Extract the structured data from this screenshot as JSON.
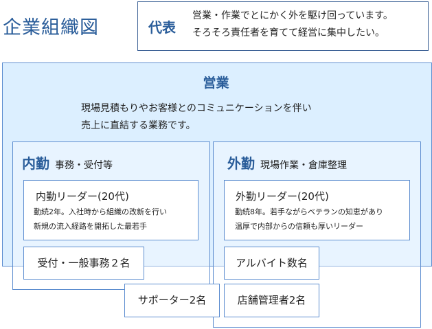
{
  "title": "企業組織図",
  "representative": {
    "label": "代表",
    "lines": [
      "営業・作業でとにかく外を駆け回っています。",
      "そろそろ責任者を育てて経営に集中したい。"
    ]
  },
  "sales": {
    "label": "営業",
    "lines": [
      "現場見積もりやお客様とのコミュニケーションを伴い",
      "売上に直結する業務です。"
    ]
  },
  "inner": {
    "name": "内勤",
    "duties": "事務・受付等",
    "leader": {
      "name": "内勤リーダー(20代)",
      "lines": [
        "勤続2年。入社時から組織の改新を行い",
        "新規の流入経路を開拓した最若手"
      ]
    },
    "staff": "受付・一般事務２名"
  },
  "outer": {
    "name": "外勤",
    "duties": "現場作業・倉庫整理",
    "leader": {
      "name": "外勤リーダー(20代)",
      "lines": [
        "勤続8年。若手ながらベテランの知恵があり",
        "温厚で内部からの信頼も厚いリーダー"
      ]
    },
    "staff": "アルバイト数名",
    "managers": "店舗管理者2名"
  },
  "supporters": "サポーター2名"
}
